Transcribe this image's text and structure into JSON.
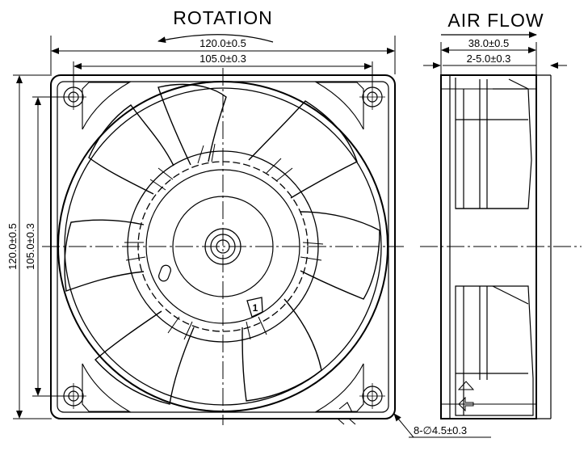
{
  "front_view": {
    "title": "ROTATION",
    "overall_width": "120.0±0.5",
    "hole_spacing_width": "105.0±0.3",
    "overall_height": "120.0±0.5",
    "hole_spacing_height": "105.0±0.3",
    "rotation_mark": "1"
  },
  "side_view": {
    "title": "AIR FLOW",
    "depth": "38.0±0.5",
    "flange": "2-5.0±0.3"
  },
  "callouts": {
    "mounting_holes": "8-∅4.5±0.3"
  }
}
